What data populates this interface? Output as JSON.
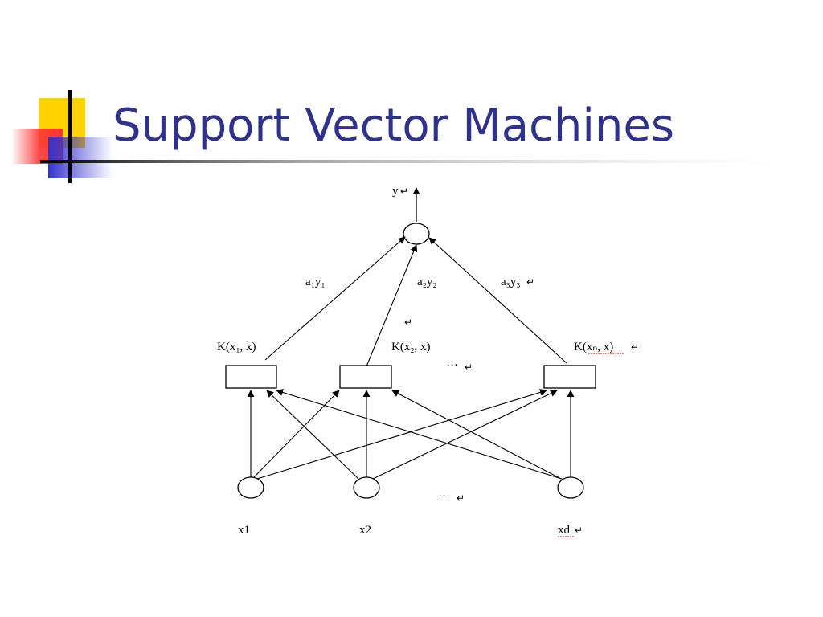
{
  "slide": {
    "title": "Support Vector Machines"
  },
  "diagram": {
    "output_label": "y",
    "weight_labels": [
      "a₁y₁",
      "a₂y₂",
      "a₃y₃"
    ],
    "kernel_labels": [
      "K(x₁, x)",
      "K(x₂, x)",
      "K(xₙ, x)"
    ],
    "input_labels": [
      "x1",
      "x2",
      "xd"
    ],
    "ellipsis": "···",
    "return_mark": "↵",
    "colors": {
      "title": "#2e3192",
      "deco_yellow": "#ffd200",
      "deco_blue": "#3333cc",
      "deco_red": "#ff3333",
      "line": "#000000"
    }
  }
}
